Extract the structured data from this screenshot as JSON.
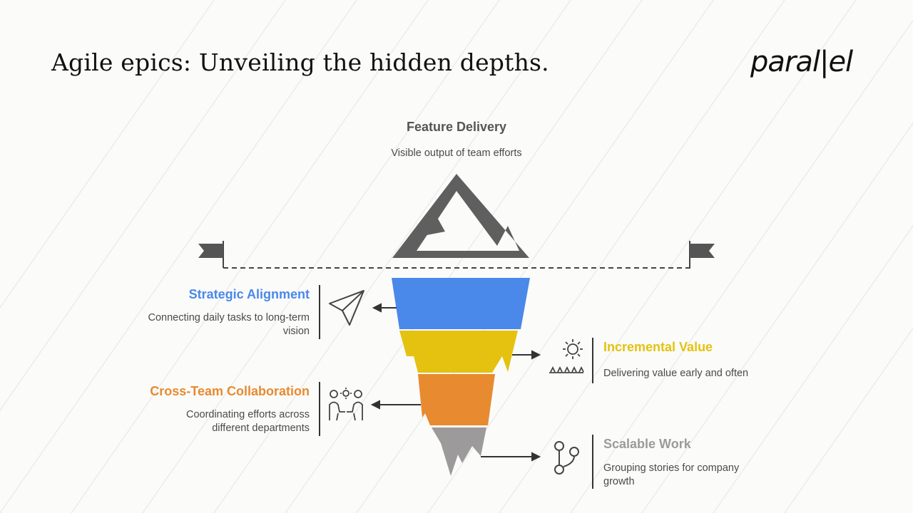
{
  "title": "Agile epics: Unveiling the hidden depths.",
  "logo": {
    "text": "paral|el"
  },
  "colors": {
    "blue": "#4a88ea",
    "yellow": "#e4c20f",
    "orange": "#e88a30",
    "gray": "#9c9a9b",
    "dark": "#5f5f5f"
  },
  "top": {
    "heading": "Feature Delivery",
    "description": "Visible output of team efforts"
  },
  "items": [
    {
      "heading": "Strategic Alignment",
      "description": "Connecting daily tasks to long-term vision",
      "icon": "paper-plane-icon"
    },
    {
      "heading": "Incremental Value",
      "description": "Delivering value early and often",
      "icon": "sun-grass-icon"
    },
    {
      "heading": "Cross-Team Collaboration",
      "description": "Coordinating efforts across different departments",
      "icon": "team-collaboration-icon"
    },
    {
      "heading": "Scalable Work",
      "description": "Grouping stories for company growth",
      "icon": "branch-icon"
    }
  ]
}
